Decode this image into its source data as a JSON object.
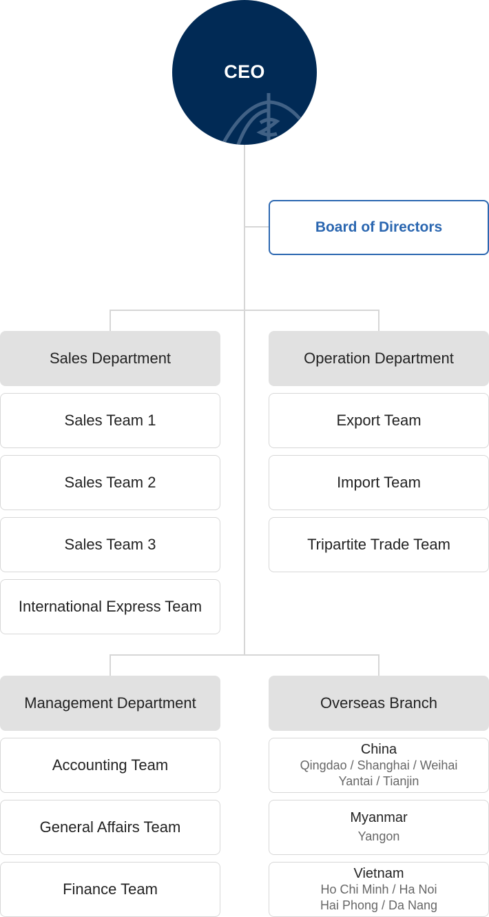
{
  "ceo": {
    "label": "CEO"
  },
  "board": {
    "label": "Board of Directors"
  },
  "departments": [
    {
      "name": "Sales Department",
      "teams": [
        "Sales Team 1",
        "Sales Team 2",
        "Sales Team 3",
        "International Express Team"
      ]
    },
    {
      "name": "Operation Department",
      "teams": [
        "Export Team",
        "Import Team",
        "Tripartite Trade Team"
      ]
    },
    {
      "name": "Management Department",
      "teams": [
        "Accounting Team",
        "General Affairs Team",
        "Finance Team"
      ]
    },
    {
      "name": "Overseas Branch",
      "branches": [
        {
          "country": "China",
          "cities": [
            "Qingdao / Shanghai / Weihai",
            "Yantai / Tianjin"
          ]
        },
        {
          "country": "Myanmar",
          "cities": [
            "Yangon"
          ]
        },
        {
          "country": "Vietnam",
          "cities": [
            "Ho Chi Minh / Ha Noi",
            "Hai Phong / Da Nang"
          ]
        }
      ]
    }
  ],
  "colors": {
    "ceo_fill": "#012a55",
    "board_accent": "#2a66b0",
    "dept_fill": "#e1e1e1",
    "connector": "#d6d6d6"
  }
}
